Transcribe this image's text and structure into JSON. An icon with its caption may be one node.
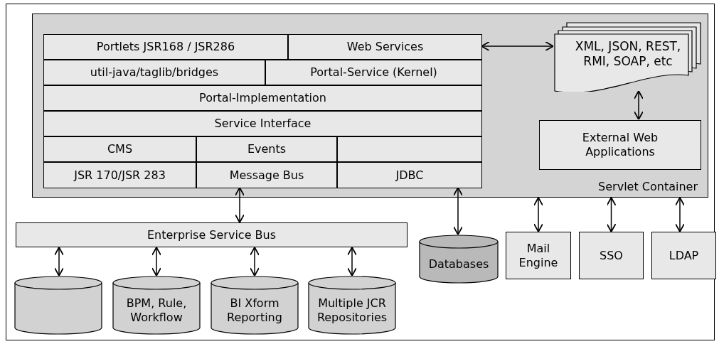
{
  "diagram": {
    "nodes": [
      {
        "text": [
          "Servlet Container"
        ]
      },
      {
        "text": [
          "Portlets JSR168 / JSR286"
        ],
        "in": 0
      },
      {
        "text": [
          "Web Services"
        ],
        "in": 0
      },
      {
        "text": [
          "util-java/taglib/bridges"
        ],
        "in": 0
      },
      {
        "text": [
          "Portal-Service (Kernel)"
        ],
        "in": 0
      },
      {
        "text": [
          "Portal-Implementation"
        ],
        "in": 0
      },
      {
        "text": [
          "Service Interface"
        ],
        "in": 0
      },
      {
        "text": [
          "CMS"
        ],
        "in": 0
      },
      {
        "text": [
          "Events"
        ],
        "in": 0
      },
      {
        "text": [],
        "shape": "box",
        "in": 0
      },
      {
        "text": [
          "JSR 170/JSR 283"
        ],
        "in": 0
      },
      {
        "text": [
          "Message Bus"
        ],
        "in": 0
      },
      {
        "text": [
          "JDBC"
        ],
        "in": 0
      },
      {
        "text": [
          "XML, JSON, REST, RMI, SOAP, etc"
        ],
        "in": 0
      },
      {
        "text": [
          "External Web Applications"
        ],
        "in": 0
      },
      {
        "text": [
          "Enterprise Service Bus"
        ]
      },
      {
        "text": [
          "Databases"
        ]
      },
      {
        "text": [
          "Mail Engine"
        ]
      },
      {
        "text": [
          "SSO"
        ]
      },
      {
        "text": [
          "LDAP"
        ]
      },
      {
        "text": [],
        "shape": "cylinder"
      },
      {
        "text": [
          "BPM, Rule, Workflow"
        ]
      },
      {
        "text": [
          "BI Xform Reporting"
        ]
      },
      {
        "text": [
          "Multiple JCR Repositories"
        ]
      }
    ],
    "edges": [
      {
        "from": 2,
        "to": 13,
        "arrow": "both"
      },
      {
        "from": 13,
        "to": 14,
        "arrow": "both"
      },
      {
        "from": 11,
        "to": 15,
        "arrow": "both"
      },
      {
        "from": 12,
        "to": 16,
        "arrow": "both"
      },
      {
        "from": 0,
        "to": 17,
        "arrow": "both"
      },
      {
        "from": 0,
        "to": 18,
        "arrow": "both"
      },
      {
        "from": 0,
        "to": 19,
        "arrow": "both"
      },
      {
        "from": 15,
        "to": 20,
        "arrow": "both"
      },
      {
        "from": 15,
        "to": 21,
        "arrow": "both"
      },
      {
        "from": 15,
        "to": 22,
        "arrow": "both"
      },
      {
        "from": 15,
        "to": 23,
        "arrow": "both"
      }
    ]
  }
}
